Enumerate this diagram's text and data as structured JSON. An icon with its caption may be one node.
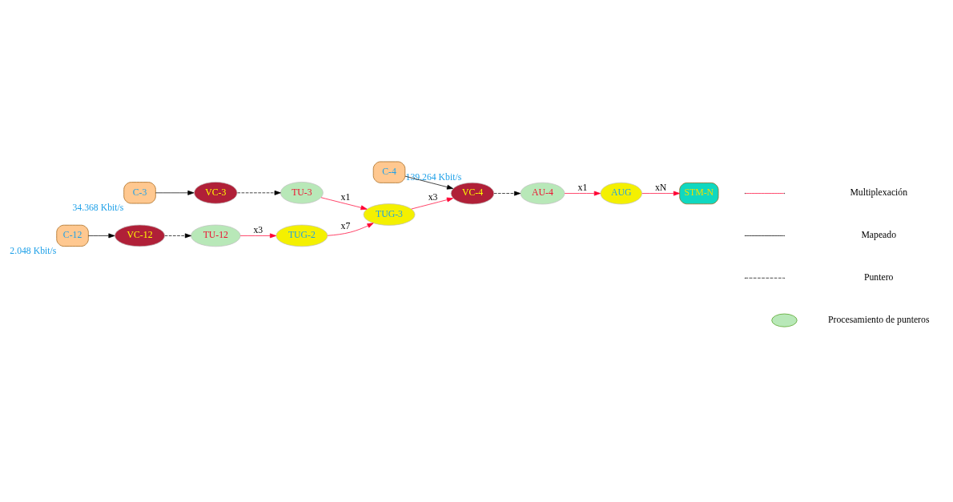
{
  "diagram": {
    "nodes": [
      {
        "text": [
          "C-4"
        ],
        "beside": [
          "139.264 Kbit/s"
        ]
      },
      {
        "text": [
          "VC-4"
        ]
      },
      {
        "text": [
          "AU-4"
        ]
      },
      {
        "text": [
          "AUG"
        ]
      },
      {
        "text": [
          "STM-N"
        ]
      },
      {
        "text": [
          "TUG-3"
        ]
      },
      {
        "text": [
          "C-3"
        ],
        "beside": [
          "34.368 Kbit/s"
        ]
      },
      {
        "text": [
          "VC-3"
        ]
      },
      {
        "text": [
          "TU-3"
        ]
      },
      {
        "text": [
          "TUG-2"
        ]
      },
      {
        "text": [
          "C-12"
        ],
        "beside": [
          "2.048 Kbit/s"
        ]
      },
      {
        "text": [
          "VC-12"
        ]
      },
      {
        "text": [
          "TU-12"
        ]
      }
    ],
    "edges": [
      {
        "from": 0,
        "to": 1,
        "arrow": "to"
      },
      {
        "from": 1,
        "to": 2,
        "arrow": "to",
        "style": "dashed"
      },
      {
        "from": 2,
        "to": 3,
        "arrow": "to",
        "label": "x1",
        "color": "#ff0033"
      },
      {
        "from": 3,
        "to": 4,
        "arrow": "to",
        "label": "xN",
        "color": "#ff0033"
      },
      {
        "from": 5,
        "to": 1,
        "arrow": "to",
        "label": "x3",
        "color": "#ff0033"
      },
      {
        "from": 6,
        "to": 7,
        "arrow": "to"
      },
      {
        "from": 7,
        "to": 8,
        "arrow": "to",
        "style": "dashed"
      },
      {
        "from": 8,
        "to": 5,
        "arrow": "to",
        "label": "x1",
        "color": "#ff0033"
      },
      {
        "from": 9,
        "to": 5,
        "arrow": "to",
        "label": "x7",
        "color": "#ff0033"
      },
      {
        "from": 10,
        "to": 11,
        "arrow": "to"
      },
      {
        "from": 11,
        "to": 12,
        "arrow": "to",
        "style": "dashed"
      },
      {
        "from": 12,
        "to": 9,
        "arrow": "to",
        "label": "x3",
        "color": "#ff0033"
      }
    ],
    "legend": [
      {
        "text": "Multiplexación"
      },
      {
        "text": "Mapeado"
      },
      {
        "text": "Puntero"
      },
      {
        "text": "Procesamiento de punteros"
      }
    ]
  }
}
